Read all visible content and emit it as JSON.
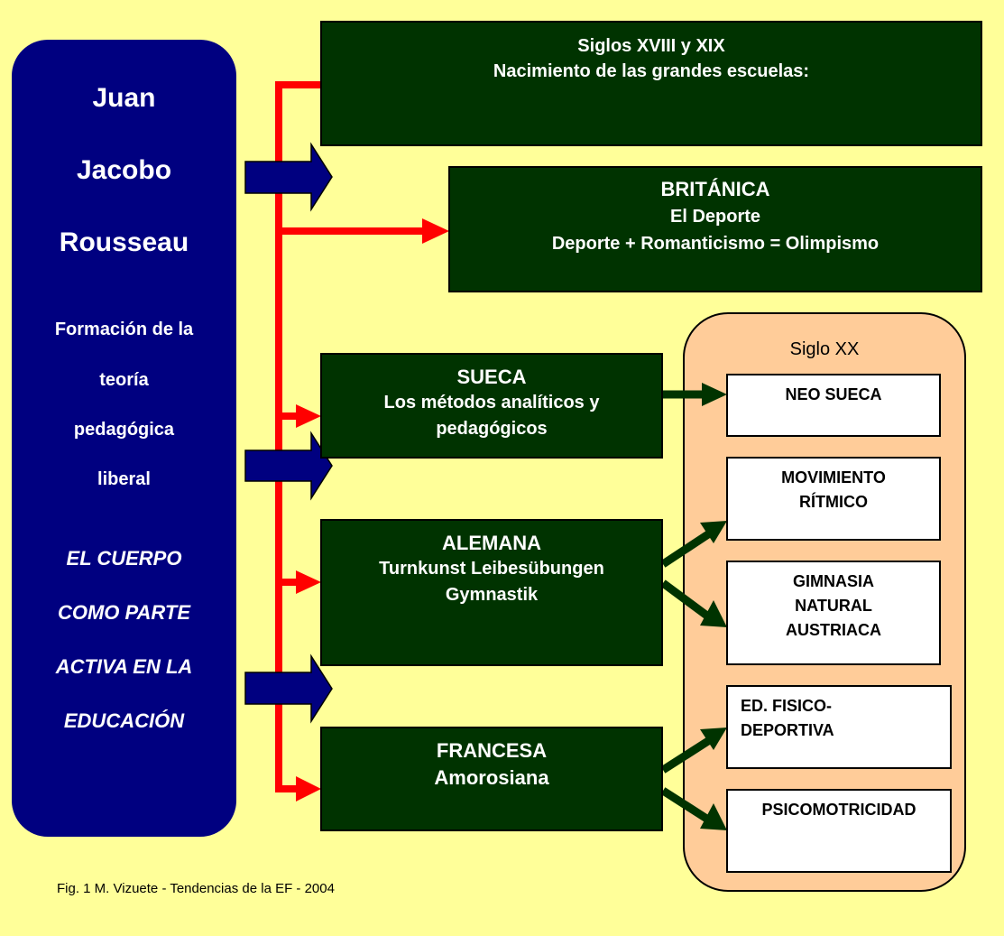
{
  "left_panel": {
    "name_lines": [
      "Juan",
      "Jacobo",
      "Rousseau"
    ],
    "theory_lines": [
      "Formación de la",
      "teoría",
      "pedagógica",
      "liberal"
    ],
    "emphasis_lines": [
      "EL CUERPO",
      "COMO PARTE",
      "ACTIVA EN LA",
      "EDUCACIÓN"
    ]
  },
  "header_box": {
    "line1": "Siglos  XVIII  y XIX",
    "line2": "Nacimiento de las grandes escuelas:"
  },
  "schools": [
    {
      "title": "BRITÁNICA",
      "lines": [
        "El Deporte",
        "Deporte + Romanticismo = Olimpismo"
      ]
    },
    {
      "title": "SUECA",
      "lines": [
        "Los métodos analíticos y",
        "pedagógicos"
      ]
    },
    {
      "title": "ALEMANA",
      "lines": [
        "Turnkunst Leibesübungen",
        "Gymnastik"
      ]
    },
    {
      "title": "FRANCESA",
      "lines": [
        "Amorosiana"
      ]
    }
  ],
  "siglo_xx": {
    "title": "Siglo XX",
    "items": [
      {
        "lines": [
          "NEO SUECA"
        ]
      },
      {
        "lines": [
          "MOVIMIENTO",
          "RÍTMICO"
        ]
      },
      {
        "lines": [
          "GIMNASIA",
          "NATURAL",
          "AUSTRIACA"
        ]
      },
      {
        "lines": [
          "ED. FISICO-",
          "DEPORTIVA"
        ]
      },
      {
        "lines": [
          "PSICOMOTRICIDAD"
        ]
      }
    ]
  },
  "caption": "Fig. 1  M. Vizuete   -  Tendencias de la EF - 2004",
  "colors": {
    "background": "#ffff99",
    "left_panel": "#000080",
    "school_box": "#003300",
    "siglo_panel": "#ffcc99",
    "red_connector": "#ff0000",
    "green_arrow": "#003300"
  }
}
